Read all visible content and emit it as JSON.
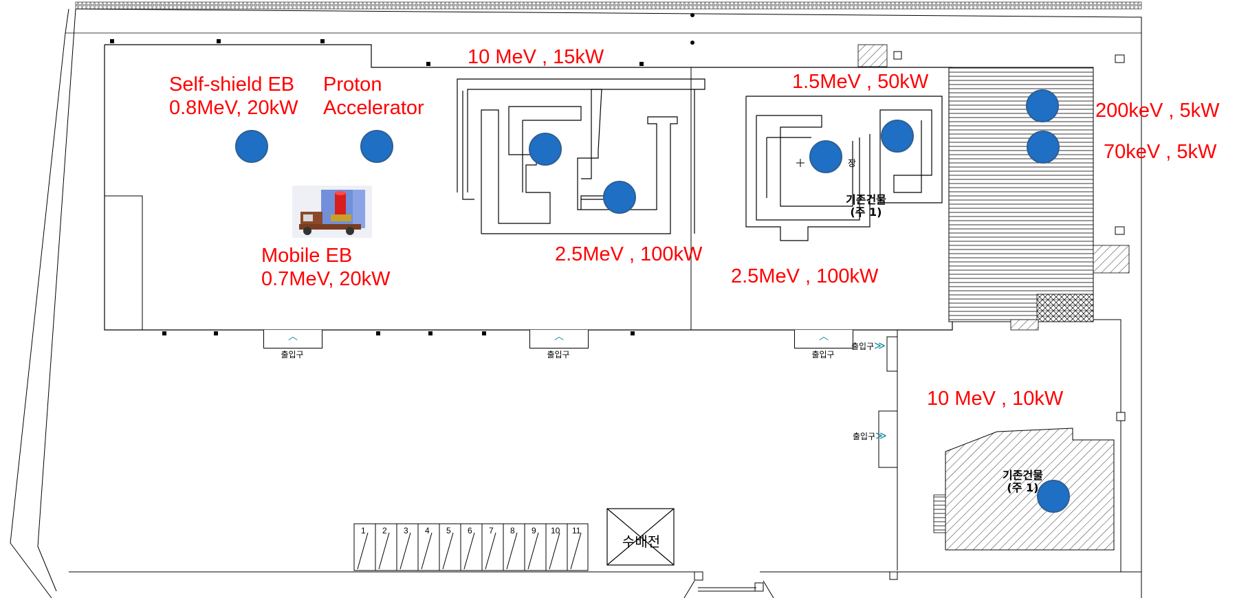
{
  "facilities": [
    {
      "id": "self-shield-eb",
      "line1": "Self-shield EB",
      "line2": "0.8MeV, 20kW"
    },
    {
      "id": "proton",
      "line1": "Proton",
      "line2": "Accelerator"
    },
    {
      "id": "mobile-eb",
      "line1": "Mobile EB",
      "line2": "0.7MeV, 20kW"
    },
    {
      "id": "acc-10mev-15kw",
      "text": "10 MeV , 15kW"
    },
    {
      "id": "acc-2-5mev-100kw-a",
      "text": "2.5MeV , 100kW"
    },
    {
      "id": "acc-1-5mev-50kw",
      "text": "1.5MeV , 50kW"
    },
    {
      "id": "acc-2-5mev-100kw-b",
      "text": "2.5MeV , 100kW"
    },
    {
      "id": "acc-200kev-5kw",
      "text": "200keV , 5kW"
    },
    {
      "id": "acc-70kev-5kw",
      "text": "70keV , 5kW"
    },
    {
      "id": "acc-10mev-10kw",
      "text": "10 MeV , 10kW"
    }
  ],
  "korean": {
    "entrance": "출입구",
    "existing_building_1": "기존건물",
    "existing_building_note_1": "(주 1)",
    "existing_building_2": "기존건물",
    "existing_building_note_2": "(주 1)",
    "substation": "수배전",
    "jang": "장"
  },
  "parking_slots": [
    "1",
    "2",
    "3",
    "4",
    "5",
    "6",
    "7",
    "8",
    "9",
    "10",
    "11"
  ],
  "colors": {
    "label": "#ff0000",
    "marker": "#1f6fc5",
    "line": "#000000",
    "arrow": "#1a8aa0"
  }
}
